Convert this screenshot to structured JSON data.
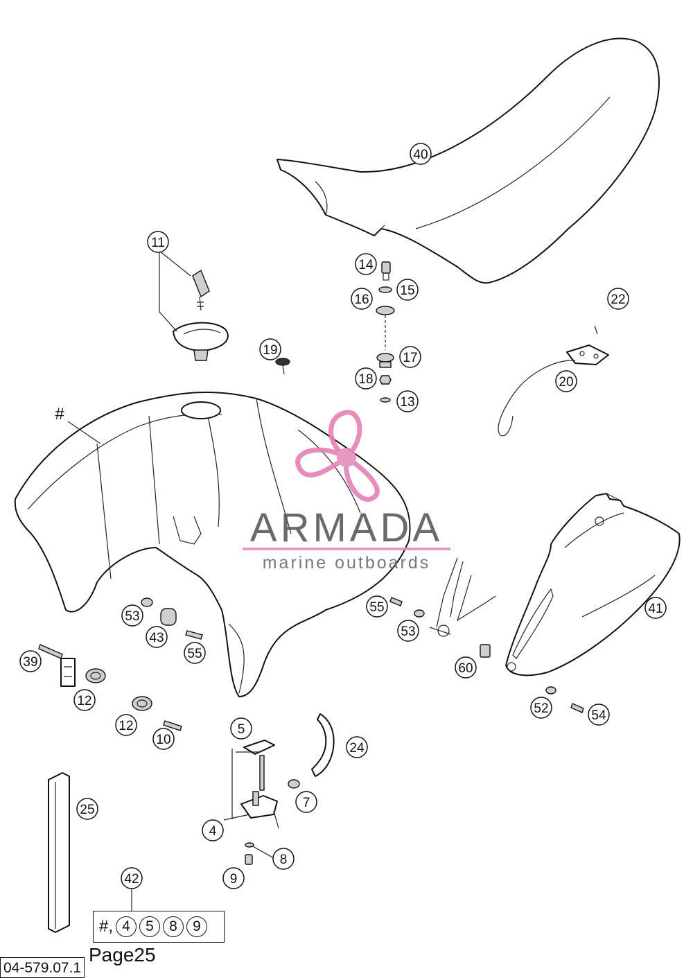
{
  "diagram": {
    "tank_marker": "#",
    "callouts": {
      "c40": "40",
      "c11": "11",
      "c14": "14",
      "c15": "15",
      "c16": "16",
      "c17": "17",
      "c18": "18",
      "c13": "13",
      "c19": "19",
      "c22": "22",
      "c20": "20",
      "c41": "41",
      "c52": "52",
      "c54": "54",
      "c60": "60",
      "c55a": "55",
      "c53a": "53",
      "c55b": "55",
      "c53b": "53",
      "c43": "43",
      "c39": "39",
      "c12a": "12",
      "c12b": "12",
      "c10": "10",
      "c5": "5",
      "c24": "24",
      "c7": "7",
      "c4": "4",
      "c8": "8",
      "c9": "9",
      "c25": "25",
      "c42": "42"
    },
    "kit": {
      "prefix": "#,",
      "items": [
        "4",
        "5",
        "8",
        "9"
      ]
    },
    "page_label": "Page25",
    "document_code": "04-579.07.1"
  },
  "watermark": {
    "brand": "ARMADA",
    "tagline": "marine outboards",
    "color": "#e38dbb"
  }
}
